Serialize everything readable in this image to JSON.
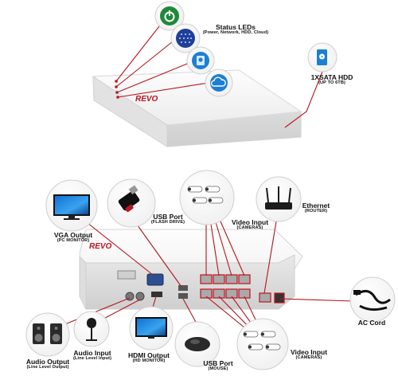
{
  "colors": {
    "leader": "#b3161d",
    "device": "#f3f3f3",
    "device_edge": "#d4d4d4",
    "accent": "#c1121f",
    "bubble_edge": "#cfcfcf"
  },
  "labels": {
    "status_leds": {
      "title": "Status LEDs",
      "sub": "(Power, Network, HDD, Cloud)"
    },
    "hdd": {
      "title": "1XSATA HDD",
      "sub": "(UP TO 6TB)"
    },
    "usb_flash": {
      "title": "USB Port",
      "sub": "(FLASH DRIVE)"
    },
    "video_input_top": {
      "title": "Video Input",
      "sub": "(CAMERAS)"
    },
    "ethernet": {
      "title": "Ethernet",
      "sub": "(ROUTER)"
    },
    "vga": {
      "title": "VGA Output",
      "sub": "(PC MONITOR)"
    },
    "ac_cord": {
      "title": "AC Cord",
      "sub": ""
    },
    "audio_output": {
      "title": "Audio Output",
      "sub": "(Line Level Output)"
    },
    "audio_input": {
      "title": "Audio Input",
      "sub": "(Line Level Input)"
    },
    "hdmi": {
      "title": "HDMI Output",
      "sub": "(HD MONITOR)"
    },
    "usb_mouse": {
      "title": "USB Port",
      "sub": "(MOUSE)"
    },
    "video_input_bottom": {
      "title": "Video Input",
      "sub": "(CAMERAS)"
    }
  },
  "brand_logo": "REVO",
  "icons": [
    "power-icon",
    "network-led-icon",
    "hdd-icon",
    "cloud-icon",
    "hdd-drive-icon",
    "usb-flash-drive-icon",
    "camera-cluster-icon",
    "router-icon",
    "pc-monitor-icon",
    "ac-power-cord-icon",
    "speakers-icon",
    "microphone-icon",
    "hd-tv-icon",
    "mouse-icon"
  ]
}
